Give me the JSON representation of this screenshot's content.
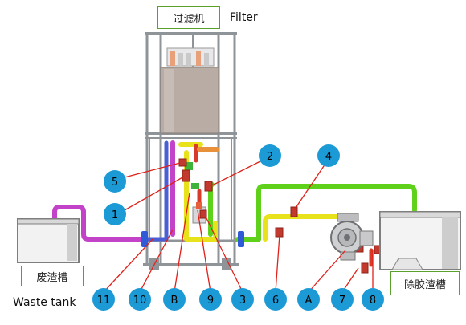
{
  "labels": {
    "filter_cn": "过滤机",
    "filter_en": "Filter",
    "waste_cn": "废渣槽",
    "waste_en": "Waste tank",
    "desmear_cn": "除胶渣槽"
  },
  "markers": [
    "1",
    "2",
    "3",
    "4",
    "5",
    "6",
    "7",
    "8",
    "9",
    "10",
    "11",
    "A",
    "B"
  ],
  "colors": {
    "marker_fill": "#1c9ad6",
    "marker_text": "#000000",
    "pipe_green": "#5fd11a",
    "pipe_yellow": "#e8e21b",
    "pipe_magenta": "#c243c8",
    "pipe_blue": "#4a5fd6",
    "pipe_red": "#d93b2a",
    "leader": "#e0201a",
    "label_border": "#5aa02c",
    "frame": "#8f9499"
  }
}
